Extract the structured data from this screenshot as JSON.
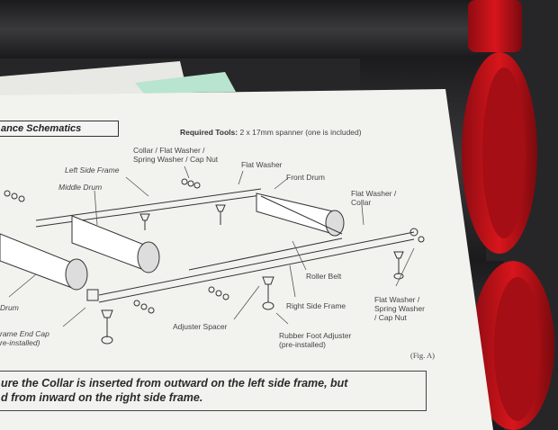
{
  "document": {
    "section_title": "ance Schematics",
    "required_tools_label": "Required Tools:",
    "required_tools_value": "2 x 17mm spanner (one is included)",
    "labels": {
      "collar_group": [
        "Collar / Flat Washer /",
        "Spring Washer / Cap Nut"
      ],
      "left_side_frame": "Left Side Frame",
      "flat_washer": "Flat Washer",
      "front_drum": "Front Drum",
      "middle_drum": "Middle Drum",
      "flat_washer_collar": [
        "Flat Washer /",
        "Collar"
      ],
      "roller_belt": "Roller Belt",
      "right_side_frame": "Right Side Frame",
      "flat_washer_group": [
        "Flat Washer /",
        "Spring Washer",
        "/ Cap Nut"
      ],
      "drum": "Drum",
      "frame_end_cap": [
        "rame End Cap",
        "re-installed)"
      ],
      "adjuster_spacer": "Adjuster Spacer",
      "rubber_foot_adjuster": [
        "Rubber Foot Adjuster",
        "(pre-installed)"
      ],
      "figure": "(Fig. A)"
    },
    "note": [
      "ure the Collar is inserted from outward on the left side frame, but",
      "d from inward on the right side frame."
    ]
  }
}
